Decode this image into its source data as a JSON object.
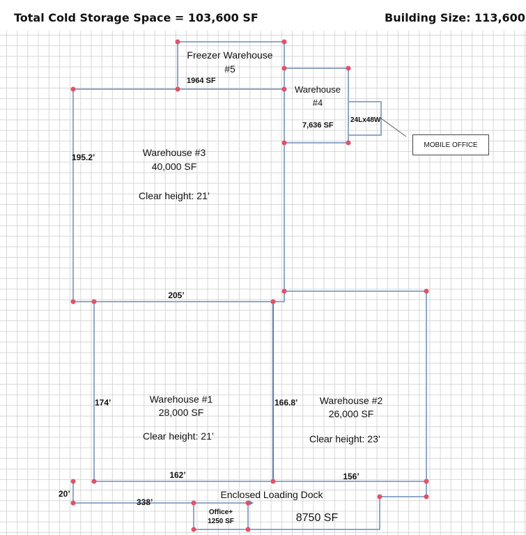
{
  "header": {
    "total_cold_storage": "Total Cold Storage Space = 103,600 SF",
    "building_size": "Building Size: 113,600"
  },
  "rooms": {
    "freezer": {
      "name_line1": "Freezer Warehouse",
      "name_line2": "#5",
      "area": "1964 SF"
    },
    "wh4": {
      "name_line1": "Warehouse",
      "name_line2": "#4",
      "area": "7,636 SF"
    },
    "mobile": {
      "dims": "24Lx48W",
      "label": "MOBILE OFFICE"
    },
    "wh3": {
      "name": "Warehouse #3",
      "area": "40,000 SF",
      "clear": "Clear height: 21’"
    },
    "wh1": {
      "name": "Warehouse #1",
      "area": "28,000 SF",
      "clear": "Clear height: 21’"
    },
    "wh2": {
      "name": "Warehouse #2",
      "area": "26,000 SF",
      "clear": "Clear height: 23’"
    },
    "dock": {
      "name": "Enclosed Loading Dock",
      "area": "8750 SF"
    },
    "office": {
      "line1": "Office+",
      "line2": "1250 SF"
    }
  },
  "dimensions": {
    "wh3_height": "195.2’",
    "wh3_width": "205’",
    "wh1_height": "174’",
    "wh2_height": "166.8’",
    "wh1_width": "162’",
    "wh2_width": "156’",
    "dock_height": "20’",
    "dock_width": "338’"
  },
  "colors": {
    "wall": "#8fa8c8",
    "vertex": "#e0526a",
    "text": "#111111"
  }
}
